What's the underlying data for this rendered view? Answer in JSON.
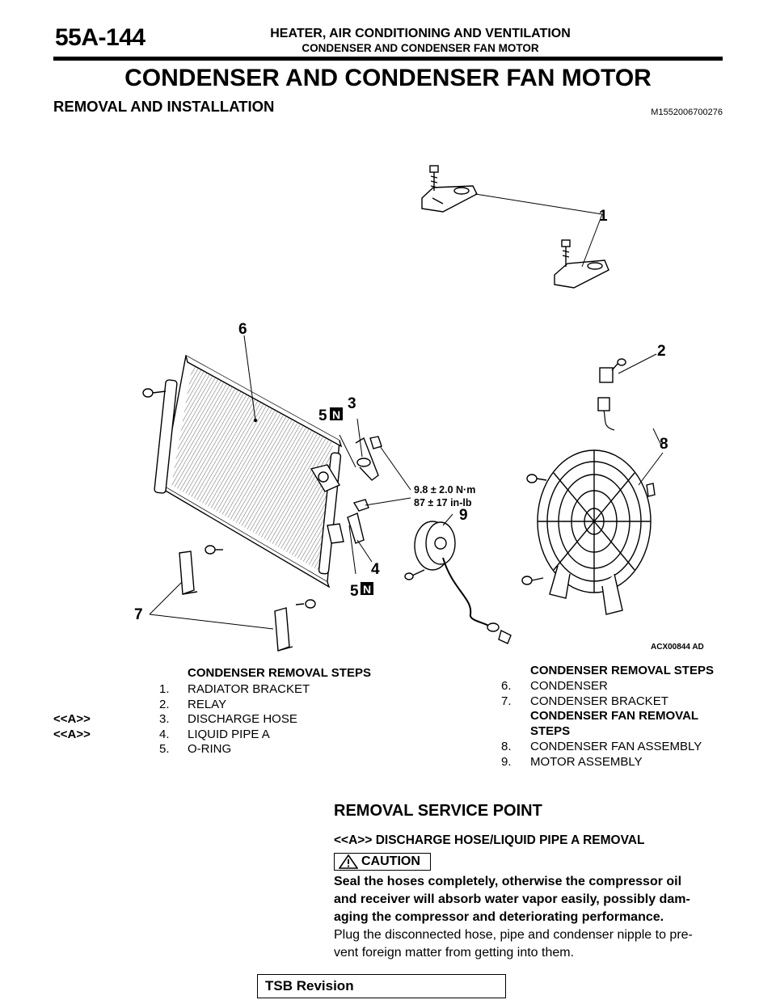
{
  "header": {
    "page_number": "55A-144",
    "section": "HEATER, AIR CONDITIONING AND VENTILATION",
    "subsection": "CONDENSER AND CONDENSER FAN MOTOR"
  },
  "title": "CONDENSER AND CONDENSER FAN MOTOR",
  "subtitle": "REMOVAL AND INSTALLATION",
  "doc_id": "M1552006700276",
  "diagram": {
    "callouts": [
      "1",
      "2",
      "3",
      "4",
      "5",
      "5",
      "6",
      "7",
      "8",
      "9"
    ],
    "n_mark": "N",
    "torque_1": "9.8 ± 2.0 N·m",
    "torque_2": "87 ± 17 in-lb",
    "figure_id": "ACX00844 AD"
  },
  "steps_left": {
    "header": "CONDENSER REMOVAL STEPS",
    "items": [
      {
        "ref": "",
        "num": "1.",
        "label": "RADIATOR BRACKET"
      },
      {
        "ref": "",
        "num": "2.",
        "label": "RELAY"
      },
      {
        "ref": "<<A>>",
        "num": "3.",
        "label": "DISCHARGE HOSE"
      },
      {
        "ref": "<<A>>",
        "num": "4.",
        "label": "LIQUID PIPE A"
      },
      {
        "ref": "",
        "num": "5.",
        "label": "O-RING"
      }
    ]
  },
  "steps_right": {
    "header": "CONDENSER REMOVAL STEPS",
    "items": [
      {
        "num": "6.",
        "label": "CONDENSER"
      },
      {
        "num": "7.",
        "label": "CONDENSER BRACKET"
      }
    ],
    "header2_line1": "CONDENSER FAN REMOVAL",
    "header2_line2": "STEPS",
    "items2": [
      {
        "num": "8.",
        "label": "CONDENSER FAN ASSEMBLY"
      },
      {
        "num": "9.",
        "label": "MOTOR ASSEMBLY"
      }
    ]
  },
  "service_point": {
    "title": "REMOVAL SERVICE POINT",
    "subtitle": "<<A>> DISCHARGE HOSE/LIQUID PIPE A REMOVAL",
    "caution_label": "CAUTION",
    "warning_lines": [
      "Seal the hoses completely, otherwise the compressor oil",
      "and receiver will absorb water vapor easily, possibly dam-",
      "aging the compressor and deteriorating performance."
    ],
    "body_lines": [
      "Plug the disconnected hose, pipe and condenser nipple to pre-",
      "vent foreign matter from getting into them."
    ]
  },
  "footer": {
    "tsb_label": "TSB Revision"
  }
}
